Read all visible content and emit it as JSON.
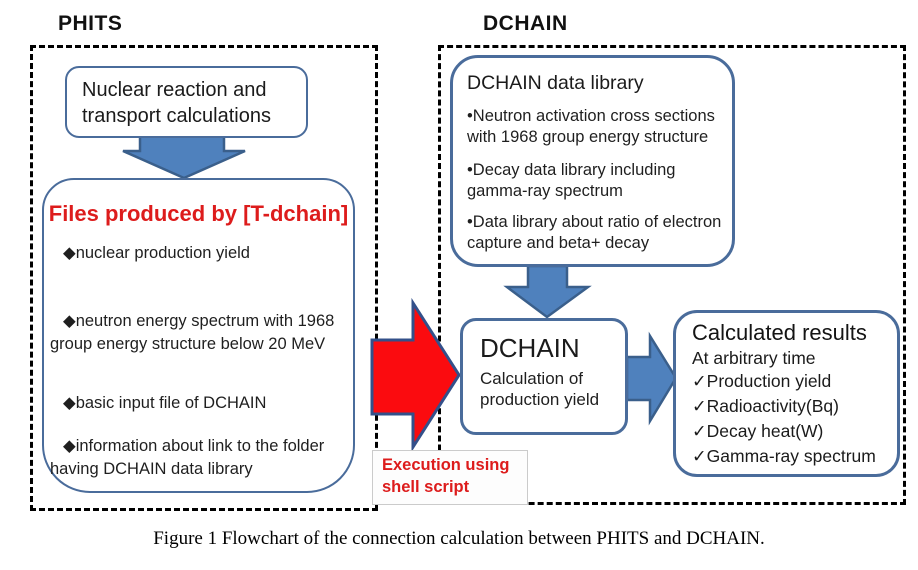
{
  "panels": {
    "phits": {
      "label": "PHITS",
      "reaction_box": {
        "text": "Nuclear reaction and transport calculations"
      },
      "files_box": {
        "title": "Files produced by [T-dchain]",
        "bullets": [
          "◆nuclear production yield",
          "◆neutron energy spectrum with 1968 group energy structure below 20 MeV",
          "◆basic input file of DCHAIN",
          "◆information about link to the folder having DCHAIN data library"
        ]
      }
    },
    "dchain": {
      "label": "DCHAIN",
      "library_box": {
        "title": "DCHAIN data library",
        "bullets": [
          "•Neutron activation cross sections with 1968 group energy structure",
          "•Decay data library including gamma-ray spectrum",
          "•Data library about ratio of electron capture and beta+ decay"
        ]
      },
      "calc_box": {
        "title": "DCHAIN",
        "subtitle": "Calculation of production yield"
      },
      "results_box": {
        "title": "Calculated results",
        "subtitle": "At arbitrary time",
        "items": [
          "✓Production yield",
          "✓Radioactivity(Bq)",
          "✓Decay heat(W)",
          "✓Gamma-ray spectrum"
        ]
      }
    }
  },
  "exec_label": "Execution using shell script",
  "caption": "Figure 1 Flowchart of the connection calculation between PHITS and DCHAIN.",
  "colors": {
    "arrow_blue": "#4f81bd",
    "arrow_blue_border": "#3a5f8b",
    "arrow_red": "#fb0b0f",
    "arrow_red_border": "#33508a",
    "box_border": "#4a6c9b",
    "accent_red_text": "#dd1c1c"
  }
}
